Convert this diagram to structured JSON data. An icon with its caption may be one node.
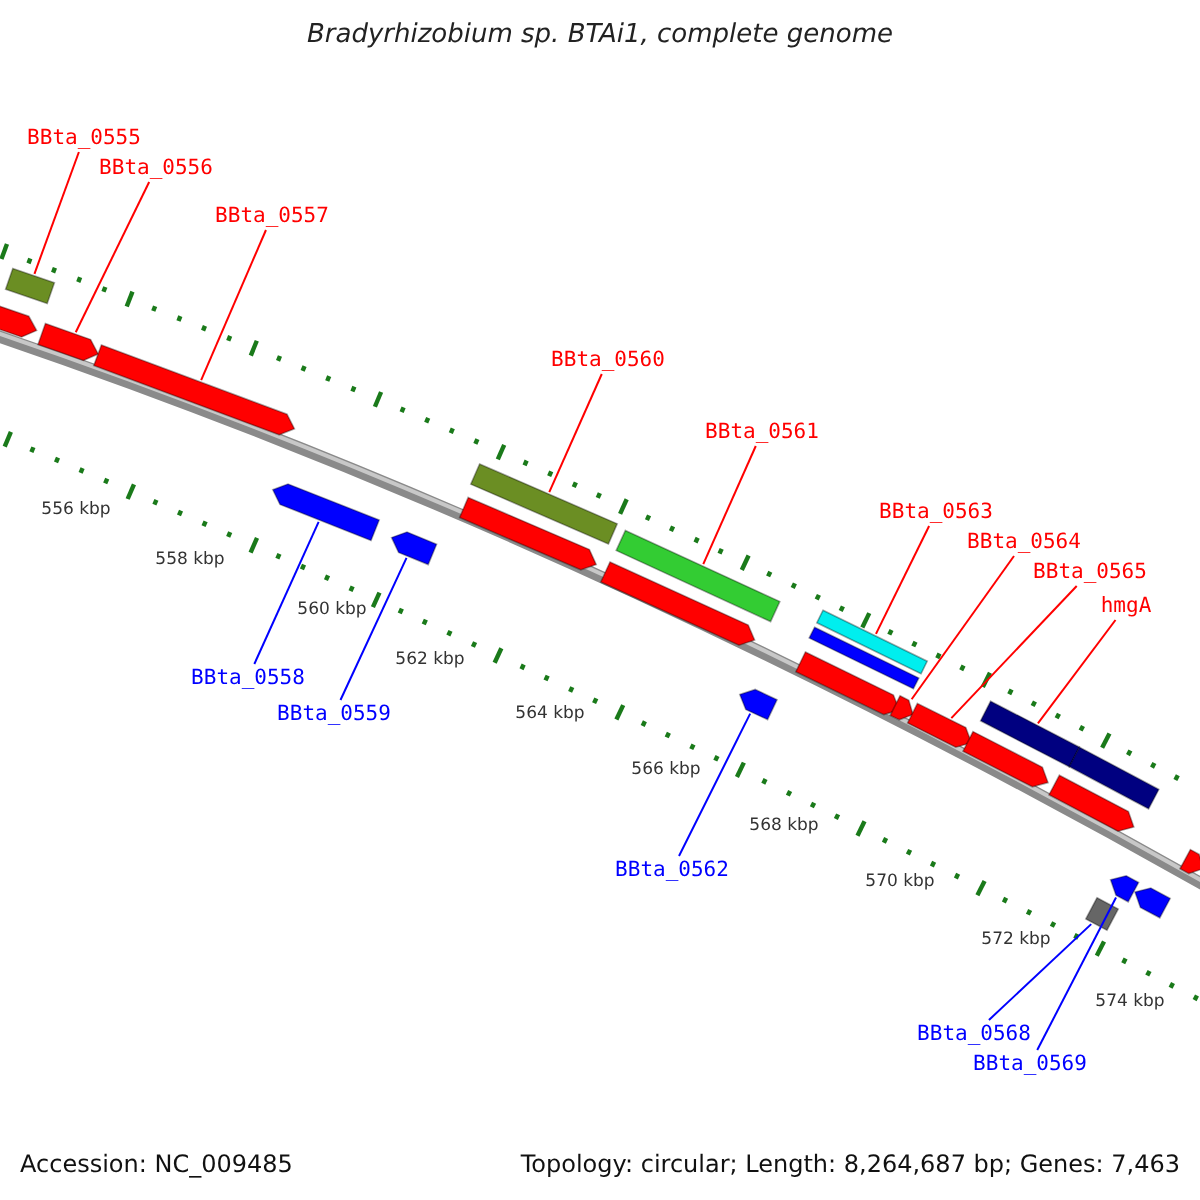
{
  "diagram": {
    "title": "Bradyrhizobium sp. BTAi1, complete genome",
    "nodes": [
      {
        "text": [
          "BBta_0555"
        ]
      },
      {
        "text": [
          "BBta_0556"
        ]
      },
      {
        "text": [
          "BBta_0557"
        ]
      },
      {
        "text": [
          "BBta_0560"
        ]
      },
      {
        "text": [
          "BBta_0561"
        ]
      },
      {
        "text": [
          "BBta_0563"
        ]
      },
      {
        "text": [
          "BBta_0564"
        ]
      },
      {
        "text": [
          "BBta_0565"
        ]
      },
      {
        "text": [
          "hmgA"
        ]
      },
      {
        "text": [
          "BBta_0558"
        ]
      },
      {
        "text": [
          "BBta_0559"
        ]
      },
      {
        "text": [
          "BBta_0562"
        ]
      },
      {
        "text": [
          "BBta_0568"
        ]
      },
      {
        "text": [
          "BBta_0569"
        ]
      },
      {
        "text": [],
        "shape": "pentagon"
      },
      {
        "text": [],
        "shape": "bar"
      },
      {
        "text": [],
        "shape": "pentagon"
      },
      {
        "text": [],
        "shape": "pentagon"
      },
      {
        "text": [],
        "shape": "pentagon"
      },
      {
        "text": [],
        "shape": "pentagon"
      },
      {
        "text": [],
        "shape": "pentagon"
      },
      {
        "text": [],
        "shape": "bar"
      },
      {
        "text": [],
        "shape": "pentagon"
      },
      {
        "text": [],
        "shape": "bar"
      },
      {
        "text": [],
        "shape": "pentagon"
      },
      {
        "text": [],
        "shape": "pentagon"
      },
      {
        "text": [],
        "shape": "bar"
      },
      {
        "text": [],
        "shape": "bar"
      },
      {
        "text": [],
        "shape": "pentagon"
      },
      {
        "text": [],
        "shape": "pentagon"
      },
      {
        "text": [],
        "shape": "pentagon"
      },
      {
        "text": [],
        "shape": "bar"
      },
      {
        "text": [],
        "shape": "pentagon"
      },
      {
        "text": [],
        "shape": "box"
      },
      {
        "text": [],
        "shape": "bar"
      },
      {
        "text": [],
        "shape": "pentagon"
      },
      {
        "text": [],
        "shape": "pentagon"
      },
      {
        "text": [],
        "shape": "pentagon"
      }
    ],
    "edges": [
      {
        "from": 0,
        "to": 15,
        "arrow": "none"
      },
      {
        "from": 1,
        "to": 16,
        "arrow": "none"
      },
      {
        "from": 2,
        "to": 17,
        "arrow": "none"
      },
      {
        "from": 3,
        "to": 21,
        "arrow": "none"
      },
      {
        "from": 4,
        "to": 23,
        "arrow": "none"
      },
      {
        "from": 5,
        "to": 26,
        "arrow": "none"
      },
      {
        "from": 6,
        "to": 28,
        "arrow": "none"
      },
      {
        "from": 7,
        "to": 29,
        "arrow": "none"
      },
      {
        "from": 8,
        "to": 31,
        "arrow": "none"
      },
      {
        "from": 9,
        "to": 18,
        "arrow": "none",
        "color": "#0000ff"
      },
      {
        "from": 10,
        "to": 19,
        "arrow": "none",
        "color": "#0000ff"
      },
      {
        "from": 11,
        "to": 24,
        "arrow": "none",
        "color": "#0000ff"
      },
      {
        "from": 12,
        "to": 33,
        "arrow": "none",
        "color": "#0000ff"
      },
      {
        "from": 13,
        "to": 35,
        "arrow": "none",
        "color": "#0000ff"
      }
    ],
    "labels": [
      "556 kbp",
      "558 kbp",
      "560 kbp",
      "562 kbp",
      "564 kbp",
      "566 kbp",
      "568 kbp",
      "570 kbp",
      "572 kbp",
      "574 kbp",
      "Accession: NC_009485",
      "Topology: circular; Length: 8,264,687 bp; Genes: 7,463"
    ]
  }
}
